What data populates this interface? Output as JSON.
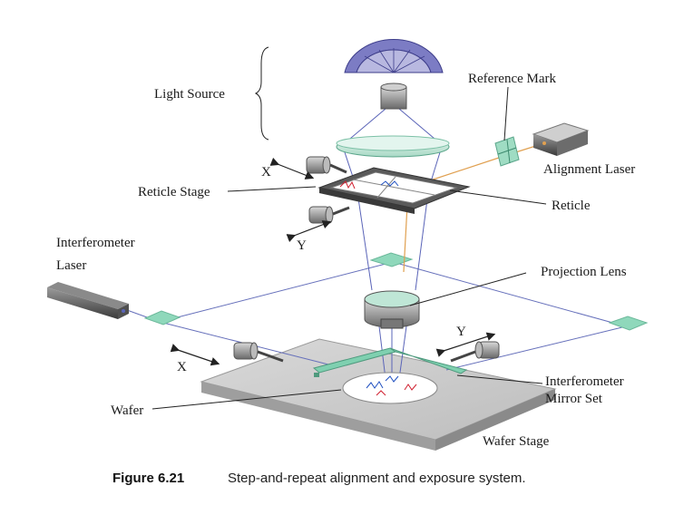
{
  "labels": {
    "light_source": "Light Source",
    "reference_mark": "Reference Mark",
    "alignment_laser": "Alignment Laser",
    "reticle_stage": "Reticle Stage",
    "reticle": "Reticle",
    "x_reticle": "X",
    "y_reticle": "Y",
    "interferometer_laser_line1": "Interferometer",
    "interferometer_laser_line2": "Laser",
    "projection_lens": "Projection Lens",
    "x_wafer": "X",
    "y_wafer": "Y",
    "interferometer_mirror_line1": "Interferometer",
    "interferometer_mirror_line2": "Mirror Set",
    "wafer": "Wafer",
    "wafer_stage": "Wafer Stage"
  },
  "caption": {
    "figure_number": "Figure 6.21",
    "text": "Step-and-repeat alignment and exposure system."
  },
  "colors": {
    "beam": "#5a64b8",
    "alignment_beam": "#e0a050",
    "mirror": "#7fd0b0",
    "stage": "#c8c8c8",
    "lamp_reflector": "#6060b0"
  }
}
